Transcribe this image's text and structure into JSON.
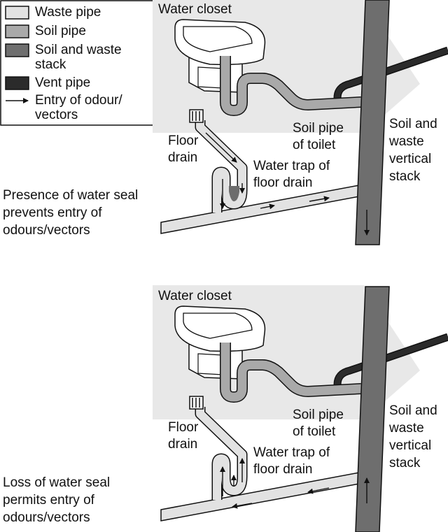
{
  "legend": {
    "items": [
      {
        "label": "Waste pipe",
        "color": "#e2e2e2"
      },
      {
        "label": "Soil pipe",
        "color": "#a9a9a9"
      },
      {
        "label": "Soil and waste stack",
        "label_lines": [
          "Soil and waste",
          "stack"
        ],
        "color": "#6e6e6e"
      },
      {
        "label": "Vent pipe",
        "color": "#2b2b2b"
      },
      {
        "label": "Entry of odour/ vectors",
        "label_lines": [
          "Entry of odour/",
          "vectors"
        ],
        "icon": "arrow-icon"
      }
    ]
  },
  "panels": [
    {
      "id": "top",
      "water_closet": "Water closet",
      "floor_drain_lines": [
        "Floor",
        "drain"
      ],
      "soil_pipe_lines": [
        "Soil pipe",
        "of toilet"
      ],
      "stack_lines": [
        "Soil and",
        "waste",
        "vertical",
        "stack"
      ],
      "trap_lines": [
        "Water trap of",
        "floor drain"
      ],
      "caption_lines": [
        "Presence of water seal",
        "prevents entry of",
        "odours/vectors"
      ],
      "water_seal": "present"
    },
    {
      "id": "bottom",
      "water_closet": "Water closet",
      "floor_drain_lines": [
        "Floor",
        "drain"
      ],
      "soil_pipe_lines": [
        "Soil pipe",
        "of toilet"
      ],
      "stack_lines": [
        "Soil and",
        "waste",
        "vertical",
        "stack"
      ],
      "trap_lines": [
        "Water trap of",
        "floor drain"
      ],
      "caption_lines": [
        "Loss of water seal",
        "permits entry of",
        "odours/vectors"
      ],
      "water_seal": "lost"
    }
  ],
  "colors": {
    "waste_pipe": "#e2e2e2",
    "soil_pipe": "#a9a9a9",
    "stack": "#6e6e6e",
    "vent": "#2b2b2b",
    "room_shade": "#e8e8e8",
    "water": "#6d6d6d"
  }
}
